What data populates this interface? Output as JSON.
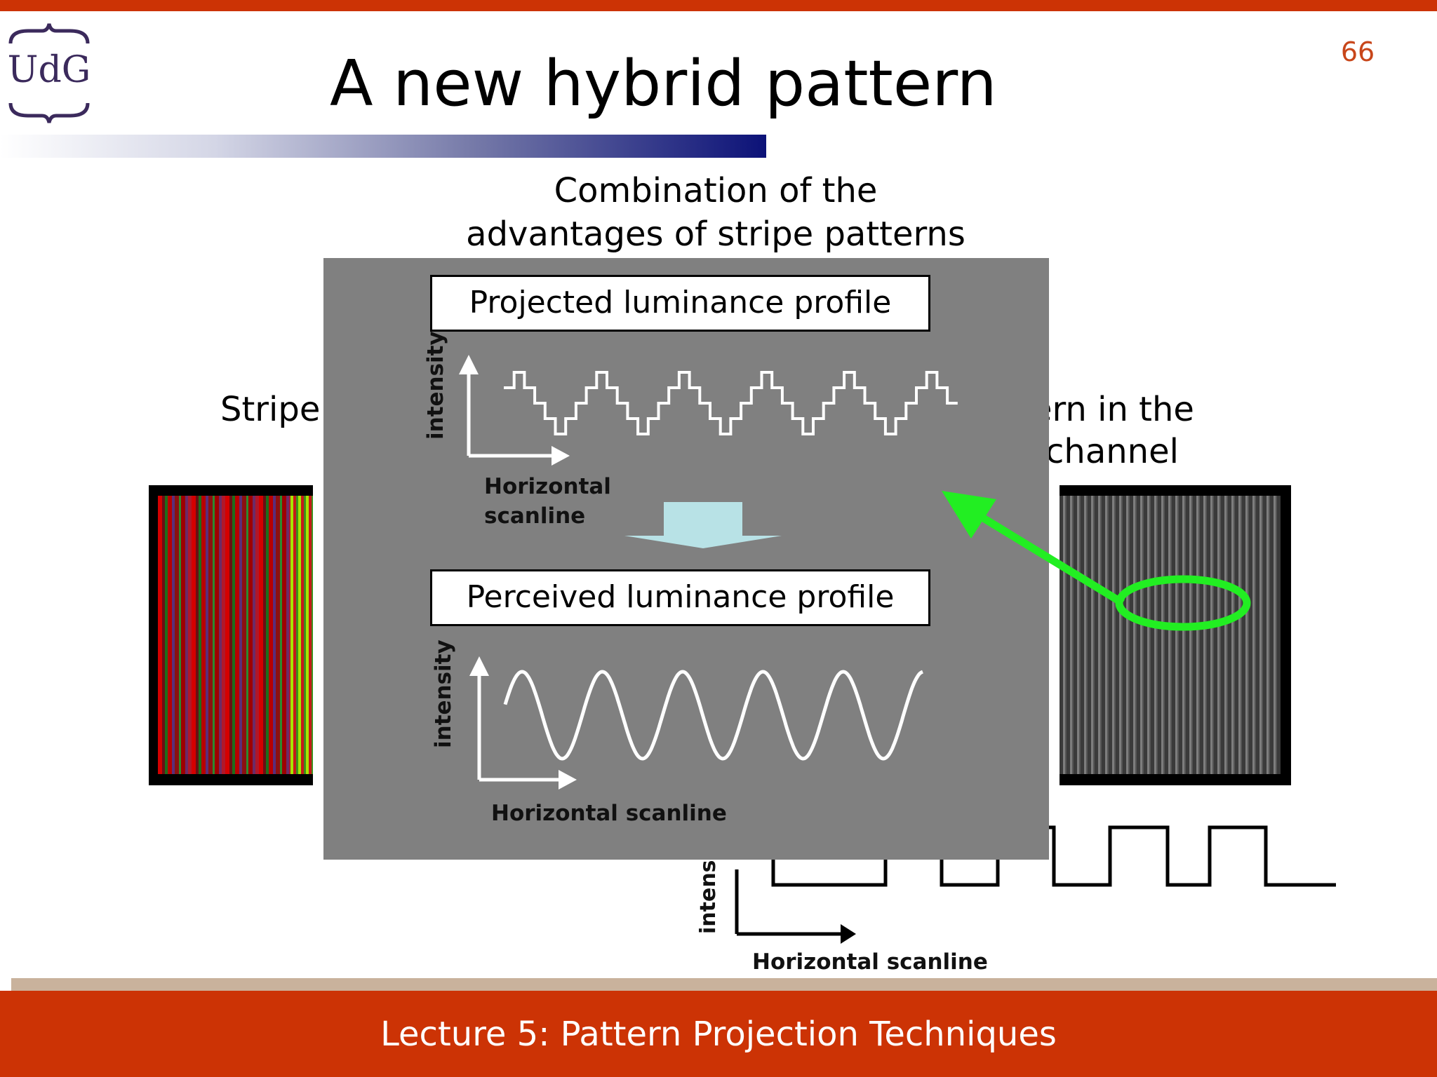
{
  "logo": {
    "text": "UdG"
  },
  "slide_number": "66",
  "title": "A new hybrid pattern",
  "top_caption": [
    "Combination of the",
    "advantages of stripe patterns"
  ],
  "left_caption": "Stripe",
  "right_caption": [
    "ern in the",
    "channel"
  ],
  "panel": {
    "projected_label": "Projected luminance profile",
    "perceived_label": "Perceived luminance profile",
    "axis_intensity": "intensity",
    "axis_horizontal_line1": "Horizontal",
    "axis_horizontal_line2": "scanline",
    "axis_horizontal": "Horizontal scanline"
  },
  "bottom_plot": {
    "axis_intensity": "intens",
    "axis_horizontal": "Horizontal scanline"
  },
  "footer": "Lecture 5: Pattern Projection Techniques",
  "colors": {
    "accent": "#cc3305",
    "panel_gray": "#808080",
    "highlight_green": "#22ee22",
    "arrow_down": "#b8e2e6"
  }
}
